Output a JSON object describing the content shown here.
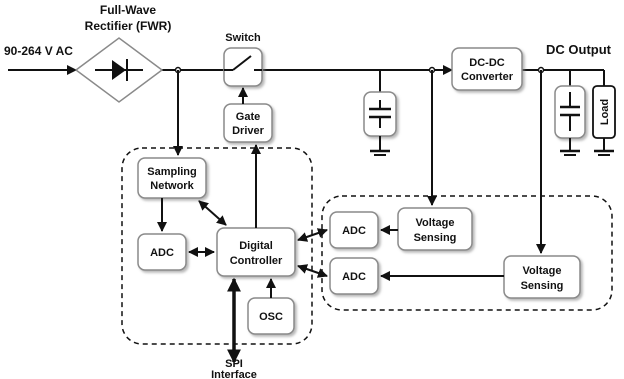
{
  "title": "",
  "input_label": "90-264 V AC",
  "rectifier_label": [
    "Full-Wave",
    "Rectifier (FWR)"
  ],
  "switch_label": "Switch",
  "dcdc_label": [
    "DC-DC",
    "Converter"
  ],
  "output_label": "DC Output",
  "load_label": "Load",
  "gate_driver_label": [
    "Gate",
    "Driver"
  ],
  "sampling_label": [
    "Sampling",
    "Network"
  ],
  "adc_left_label": "ADC",
  "controller_label": [
    "Digital",
    "Controller"
  ],
  "osc_label": "OSC",
  "adc_right_top_label": "ADC",
  "adc_right_bottom_label": "ADC",
  "voltage_sensing_1_label": [
    "Voltage",
    "Sensing"
  ],
  "voltage_sensing_2_label": [
    "Voltage",
    "Sensing"
  ],
  "spi_label": [
    "SPI",
    "Interface"
  ],
  "colors": {
    "line": "#111111",
    "block_fill": "#ffffff",
    "block_stroke": "#8a8a8a"
  }
}
